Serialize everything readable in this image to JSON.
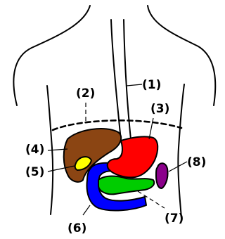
{
  "labels": {
    "esophagus": "(1)",
    "diaphragm": "(2)",
    "stomach": "(3)",
    "liver": "(4)",
    "gallbladder": "(5)",
    "duodenum": "(6)",
    "pancreas": "(7)",
    "spleen": "(8)"
  },
  "colors": {
    "liver": "#8b4513",
    "gallbladder": "#ffff00",
    "stomach": "#ff0000",
    "duodenum": "#0000ff",
    "pancreas": "#00cc00",
    "spleen": "#8b008b"
  }
}
